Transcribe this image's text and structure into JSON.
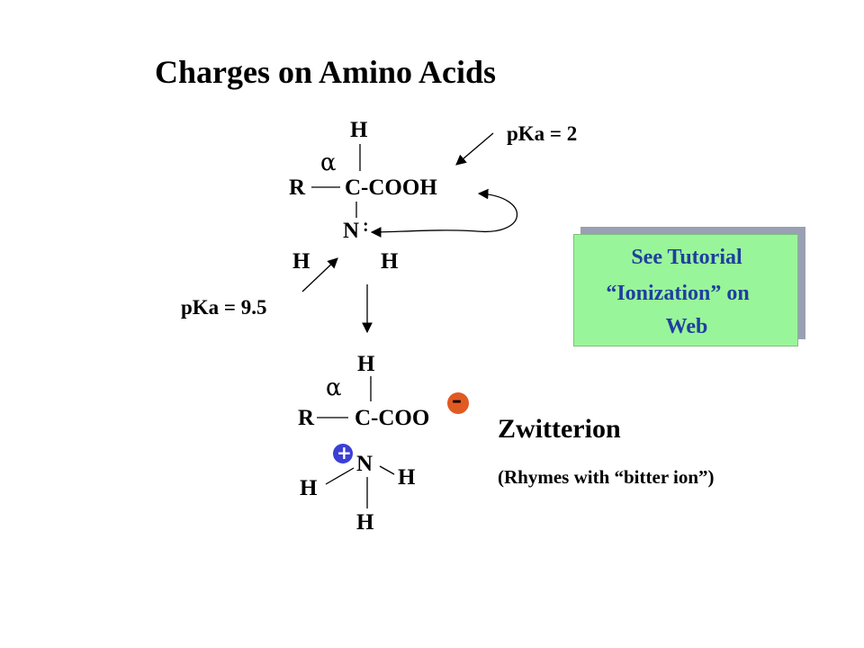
{
  "title": "Charges on Amino Acids",
  "top_molecule": {
    "h_top": "H",
    "alpha": "α",
    "r": "R",
    "c_cooh": "C-COOH",
    "n": "N",
    "lone_pair": ":",
    "h_left": "H",
    "h_right": "H"
  },
  "pka_carboxyl": "pKa = 2",
  "pka_amine": "pKa = 9.5",
  "tutorial_box": {
    "line1": "See Tutorial",
    "line2": "“Ionization” on",
    "line3": "Web",
    "fill_color": "#99f599",
    "text_color": "#1f3f9f"
  },
  "bottom_molecule": {
    "h_top": "H",
    "alpha": "α",
    "r": "R",
    "c_coo": "C-COO",
    "n": "N",
    "h_left": "H",
    "h_right": "H",
    "h_bottom": "H",
    "negative_charge_color": "#e05a22",
    "positive_charge_color": "#3b3fd6"
  },
  "zwitterion": "Zwitterion",
  "rhyme": "(Rhymes with “bitter ion”)"
}
